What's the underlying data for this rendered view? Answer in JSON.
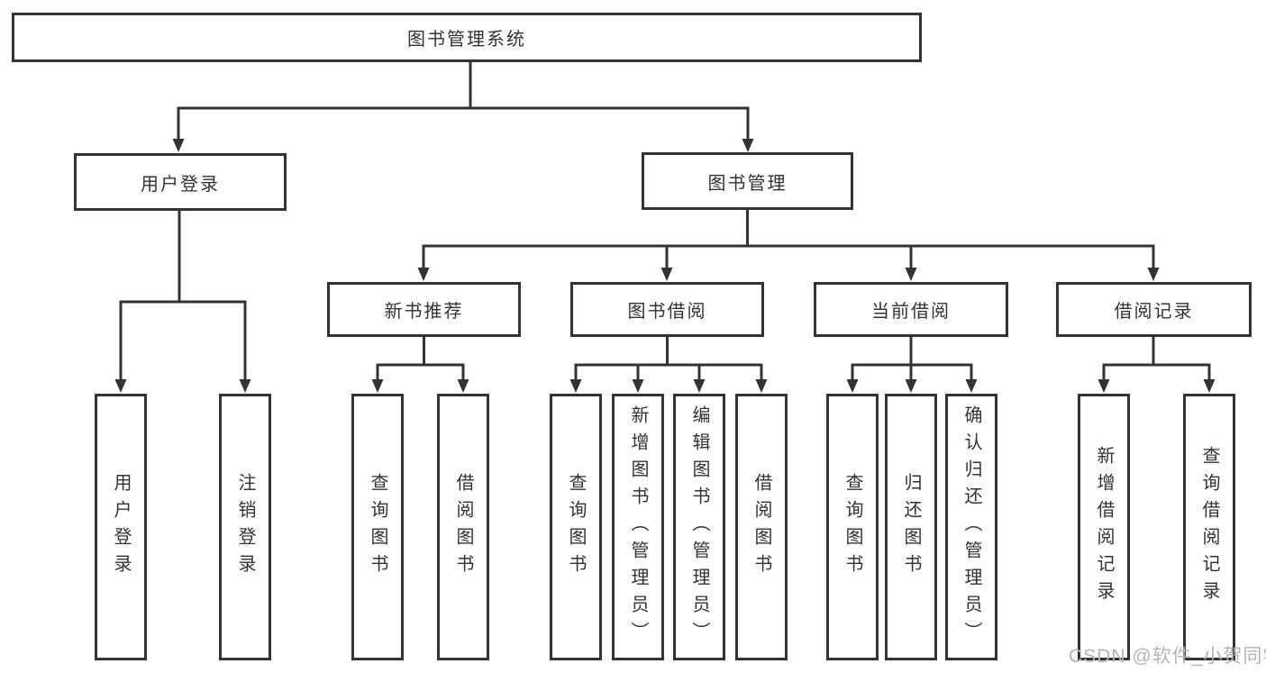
{
  "diagram": {
    "root": {
      "label": "图书管理系统"
    },
    "branches": [
      {
        "label": "用户登录",
        "children": [
          {
            "label": "用户登录"
          },
          {
            "label": "注销登录"
          }
        ]
      },
      {
        "label": "图书管理",
        "children": [
          {
            "label": "新书推荐",
            "children": [
              {
                "label": "查询图书"
              },
              {
                "label": "借阅图书"
              }
            ]
          },
          {
            "label": "图书借阅",
            "children": [
              {
                "label": "查询图书"
              },
              {
                "label": "新增图书（管理员）"
              },
              {
                "label": "编辑图书（管理员）"
              },
              {
                "label": "借阅图书"
              }
            ]
          },
          {
            "label": "当前借阅",
            "children": [
              {
                "label": "查询图书"
              },
              {
                "label": "归还图书"
              },
              {
                "label": "确认归还（管理员）"
              }
            ]
          },
          {
            "label": "借阅记录",
            "children": [
              {
                "label": "新增借阅记录"
              },
              {
                "label": "查询借阅记录"
              }
            ]
          }
        ]
      }
    ]
  },
  "watermark": {
    "text": "CSDN @软件_小贺同学"
  },
  "colors": {
    "line": "#333333",
    "box_border": "#333333",
    "box_fill": "#ffffff",
    "text": "#333333",
    "watermark": "#b4b4b4",
    "background": "#ffffff"
  }
}
